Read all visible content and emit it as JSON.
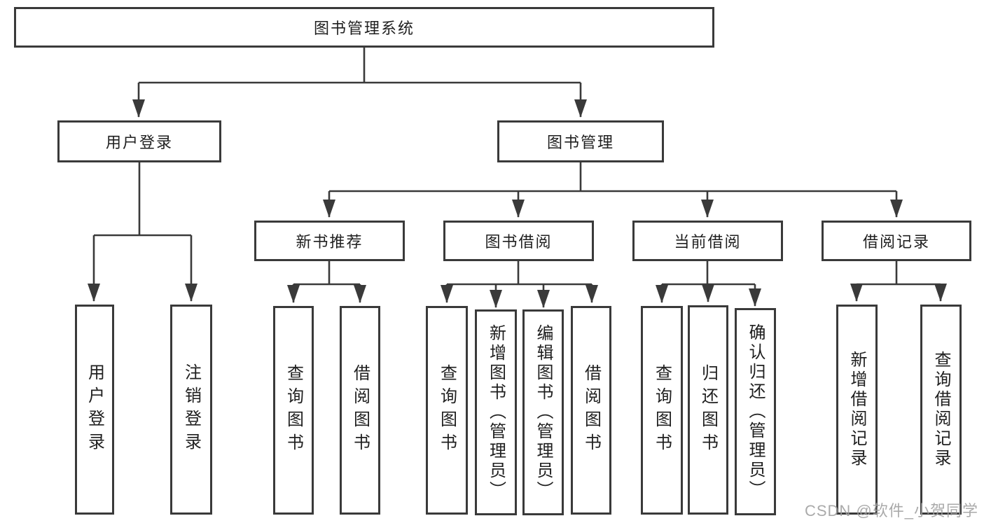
{
  "diagram": {
    "root": {
      "label": "图书管理系统"
    },
    "login_branch": {
      "label": "用户登录",
      "children": [
        {
          "label": "用户登录"
        },
        {
          "label": "注销登录"
        }
      ]
    },
    "mgmt_branch": {
      "label": "图书管理",
      "groups": [
        {
          "label": "新书推荐",
          "children": [
            {
              "label": "查询图书"
            },
            {
              "label": "借阅图书"
            }
          ]
        },
        {
          "label": "图书借阅",
          "children": [
            {
              "label": "查询图书"
            },
            {
              "label": "新增图书（管理员）"
            },
            {
              "label": "编辑图书（管理员）"
            },
            {
              "label": "借阅图书"
            }
          ]
        },
        {
          "label": "当前借阅",
          "children": [
            {
              "label": "查询图书"
            },
            {
              "label": "归还图书"
            },
            {
              "label": "确认归还（管理员）"
            }
          ]
        },
        {
          "label": "借阅记录",
          "children": [
            {
              "label": "新增借阅记录"
            },
            {
              "label": "查询借阅记录"
            }
          ]
        }
      ]
    },
    "watermark": "CSDN @软件_小贺同学",
    "colors": {
      "line": "#3a3a3a",
      "box_border": "#3a3a3a",
      "text": "#1f1f1f",
      "background": "#ffffff",
      "watermark": "#9e9e9e"
    }
  }
}
